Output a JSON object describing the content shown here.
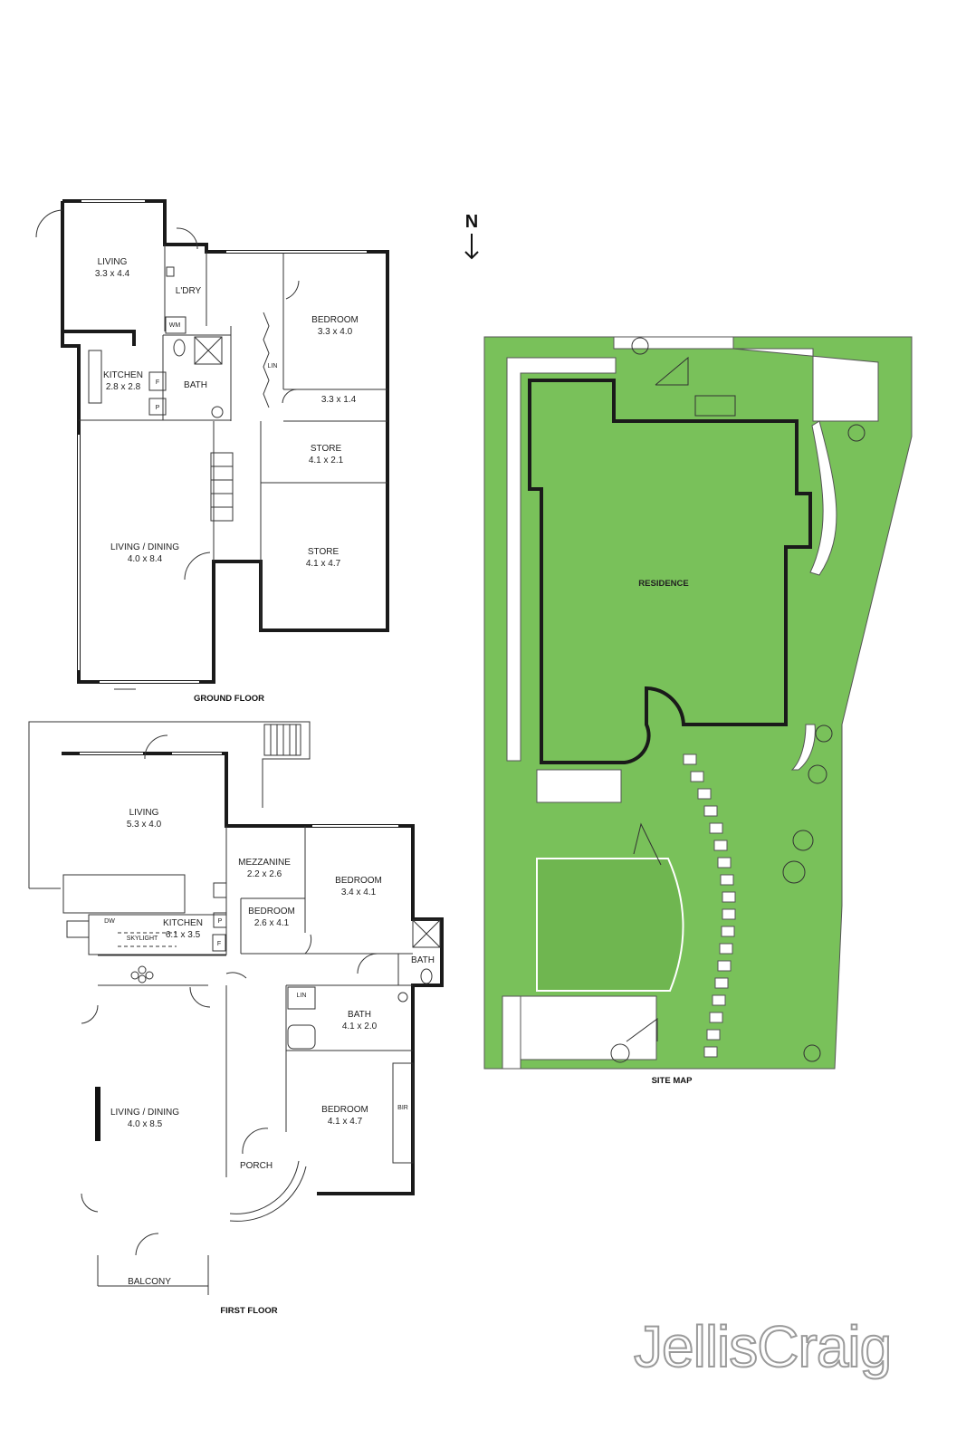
{
  "compass": "N",
  "ground_floor": {
    "title": "GROUND FLOOR",
    "rooms": [
      {
        "name": "LIVING",
        "size": "3.3 x 4.4"
      },
      {
        "name": "L'DRY",
        "size": ""
      },
      {
        "name": "KITCHEN",
        "size": "2.8 x 2.8"
      },
      {
        "name": "BATH",
        "size": ""
      },
      {
        "name": "BEDROOM",
        "size": "3.3 x 4.0"
      },
      {
        "name": "",
        "size": "3.3 x 1.4"
      },
      {
        "name": "STORE",
        "size": "4.1 x 2.1"
      },
      {
        "name": "STORE",
        "size": "4.1 x 4.7"
      },
      {
        "name": "LIVING / DINING",
        "size": "4.0 x 8.4"
      }
    ],
    "fixtures": [
      "WM",
      "LIN",
      "F",
      "P"
    ]
  },
  "first_floor": {
    "title": "FIRST FLOOR",
    "rooms": [
      {
        "name": "LIVING",
        "size": "5.3 x 4.0"
      },
      {
        "name": "MEZZANINE",
        "size": "2.2 x 2.6"
      },
      {
        "name": "BEDROOM",
        "size": "3.4 x 4.1"
      },
      {
        "name": "BEDROOM",
        "size": "2.6 x 4.1"
      },
      {
        "name": "KITCHEN",
        "size": "6.1 x 3.5"
      },
      {
        "name": "BATH",
        "size": ""
      },
      {
        "name": "BATH",
        "size": "4.1 x 2.0"
      },
      {
        "name": "LIVING / DINING",
        "size": "4.0 x 8.5"
      },
      {
        "name": "BEDROOM",
        "size": "4.1 x 4.7"
      },
      {
        "name": "PORCH",
        "size": ""
      },
      {
        "name": "BALCONY",
        "size": ""
      }
    ],
    "fixtures": [
      "DW",
      "SKYLIGHT",
      "LIN",
      "BIR",
      "P",
      "F"
    ]
  },
  "site_map": {
    "title": "SITE MAP",
    "label": "RESIDENCE",
    "lawn_color": "#79c15a"
  },
  "brand": "JellisCraig"
}
